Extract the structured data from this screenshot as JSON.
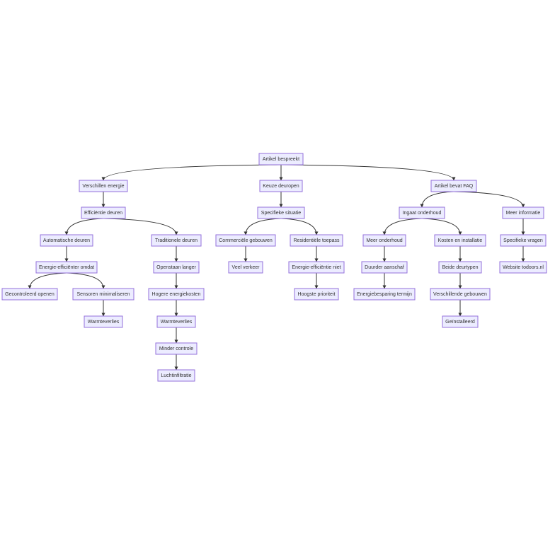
{
  "diagram": {
    "type": "flowchart",
    "colors": {
      "node_fill": "#ECECFF",
      "node_stroke": "#9370DB",
      "edge": "#333333",
      "text": "#333333"
    },
    "nodes": [
      {
        "id": "n0",
        "label": "Artikel bespreekt"
      },
      {
        "id": "n1",
        "label": "Verschillen energie"
      },
      {
        "id": "n2",
        "label": "Keuze deuropen"
      },
      {
        "id": "n3",
        "label": "Artikel bevat FAQ"
      },
      {
        "id": "n4",
        "label": "Efficiëntie deuren"
      },
      {
        "id": "n5",
        "label": "Specifieke situatie"
      },
      {
        "id": "n6",
        "label": "Ingaat onderhoud"
      },
      {
        "id": "n7",
        "label": "Meer informatie"
      },
      {
        "id": "n8",
        "label": "Automatische deuren"
      },
      {
        "id": "n9",
        "label": "Traditionele deuren"
      },
      {
        "id": "n10",
        "label": "Commerciële gebouwen"
      },
      {
        "id": "n11",
        "label": "Residentiële toepass"
      },
      {
        "id": "n12",
        "label": "Meer onderhoud"
      },
      {
        "id": "n13",
        "label": "Kosten en installatie"
      },
      {
        "id": "n14",
        "label": "Specifieke vragen"
      },
      {
        "id": "n15",
        "label": "Energie-efficiënter omdat"
      },
      {
        "id": "n16",
        "label": "Openstaan langer"
      },
      {
        "id": "n17",
        "label": "Veel verkeer"
      },
      {
        "id": "n18",
        "label": "Energie-efficiëntie niet"
      },
      {
        "id": "n19",
        "label": "Duurder aanschaf"
      },
      {
        "id": "n20",
        "label": "Beide deurtypen"
      },
      {
        "id": "n21",
        "label": "Website todoors.nl"
      },
      {
        "id": "n22",
        "label": "Gecontroleerd openen"
      },
      {
        "id": "n23",
        "label": "Sensoren minimaliseren"
      },
      {
        "id": "n24",
        "label": "Hogere energiekosten"
      },
      {
        "id": "n25",
        "label": "Hoogste prioriteit"
      },
      {
        "id": "n26",
        "label": "Energiebesparing termijn"
      },
      {
        "id": "n27",
        "label": "Verschillende gebouwen"
      },
      {
        "id": "n28",
        "label": "Warmteverlies"
      },
      {
        "id": "n29",
        "label": "Warmteverlies"
      },
      {
        "id": "n30",
        "label": "Geïnstalleerd"
      },
      {
        "id": "n31",
        "label": "Minder controle"
      },
      {
        "id": "n32",
        "label": "Luchtinfiltratie"
      }
    ],
    "edges": [
      [
        "n0",
        "n1"
      ],
      [
        "n0",
        "n2"
      ],
      [
        "n0",
        "n3"
      ],
      [
        "n1",
        "n4"
      ],
      [
        "n2",
        "n5"
      ],
      [
        "n3",
        "n6"
      ],
      [
        "n3",
        "n7"
      ],
      [
        "n4",
        "n8"
      ],
      [
        "n4",
        "n9"
      ],
      [
        "n5",
        "n10"
      ],
      [
        "n5",
        "n11"
      ],
      [
        "n6",
        "n12"
      ],
      [
        "n6",
        "n13"
      ],
      [
        "n7",
        "n14"
      ],
      [
        "n8",
        "n15"
      ],
      [
        "n9",
        "n16"
      ],
      [
        "n10",
        "n17"
      ],
      [
        "n11",
        "n18"
      ],
      [
        "n12",
        "n19"
      ],
      [
        "n13",
        "n20"
      ],
      [
        "n14",
        "n21"
      ],
      [
        "n15",
        "n22"
      ],
      [
        "n15",
        "n23"
      ],
      [
        "n16",
        "n24"
      ],
      [
        "n18",
        "n25"
      ],
      [
        "n19",
        "n26"
      ],
      [
        "n20",
        "n27"
      ],
      [
        "n23",
        "n28"
      ],
      [
        "n24",
        "n29"
      ],
      [
        "n27",
        "n30"
      ],
      [
        "n29",
        "n31"
      ],
      [
        "n31",
        "n32"
      ]
    ]
  }
}
